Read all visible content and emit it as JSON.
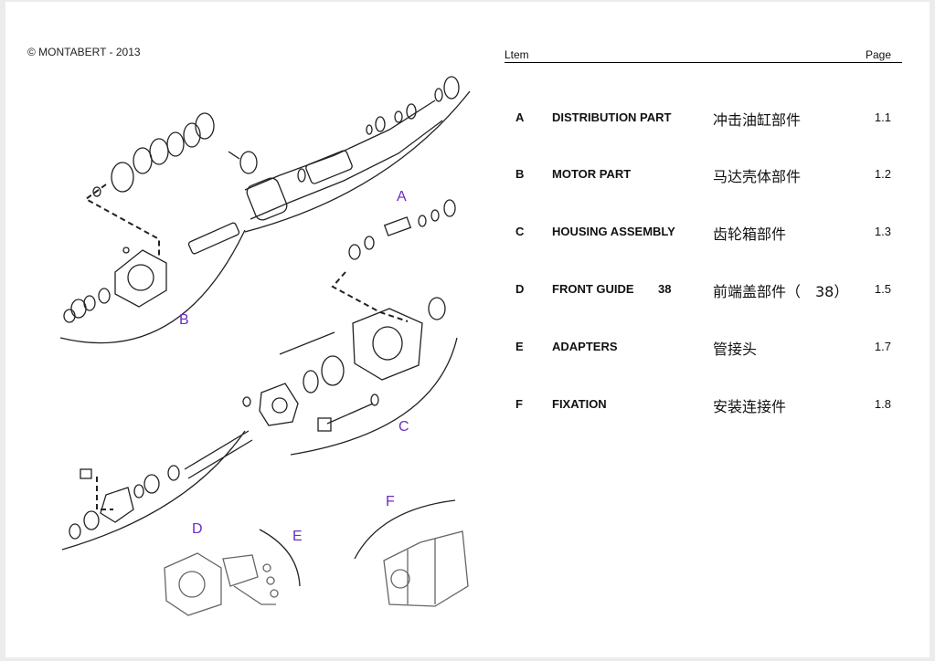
{
  "copyright": "© MONTABERT - 2013",
  "table": {
    "col_item": "Ltem",
    "col_page": "Page",
    "rows": [
      {
        "letter": "A",
        "name": "DISTRIBUTION PART",
        "extra": "",
        "chinese": "冲击油缸部件",
        "page": "1.1"
      },
      {
        "letter": "B",
        "name": "MOTOR PART",
        "extra": "",
        "chinese": "马达壳体部件",
        "page": "1.2"
      },
      {
        "letter": "C",
        "name": "HOUSING ASSEMBLY",
        "extra": "",
        "chinese": "齿轮箱部件",
        "page": "1.3"
      },
      {
        "letter": "D",
        "name": "FRONT GUIDE",
        "extra": "38",
        "chinese": "前端盖部件（　38）",
        "page": "1.5"
      },
      {
        "letter": "E",
        "name": "ADAPTERS",
        "extra": "",
        "chinese": "管接头",
        "page": "1.7"
      },
      {
        "letter": "F",
        "name": "FIXATION",
        "extra": "",
        "chinese": "安装连接件",
        "page": "1.8"
      }
    ]
  },
  "diagram_labels": {
    "A": "A",
    "B": "B",
    "C": "C",
    "D": "D",
    "E": "E",
    "F": "F"
  },
  "colors": {
    "section_label": "#6b2fc2",
    "line": "#222222"
  }
}
